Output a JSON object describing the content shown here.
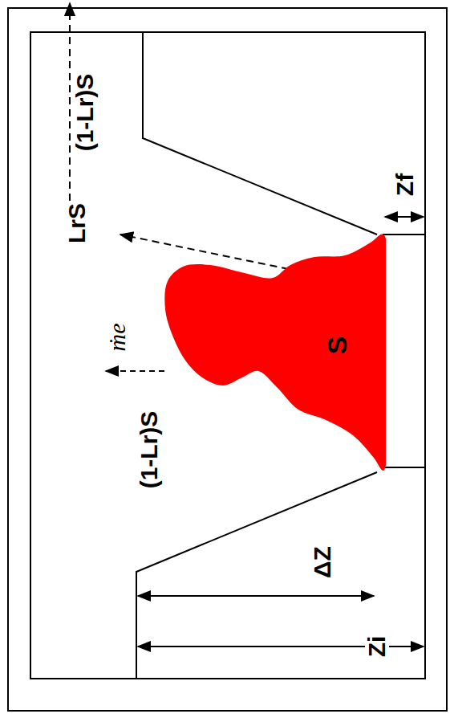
{
  "diagram": {
    "nodes": [
      {
        "text": [
          "S"
        ]
      }
    ],
    "labels": [
      "(1-Lr)S",
      "LrS",
      "(1-Lr)S",
      "ṁe",
      "ΔZ",
      "Zi",
      "Zf"
    ]
  }
}
